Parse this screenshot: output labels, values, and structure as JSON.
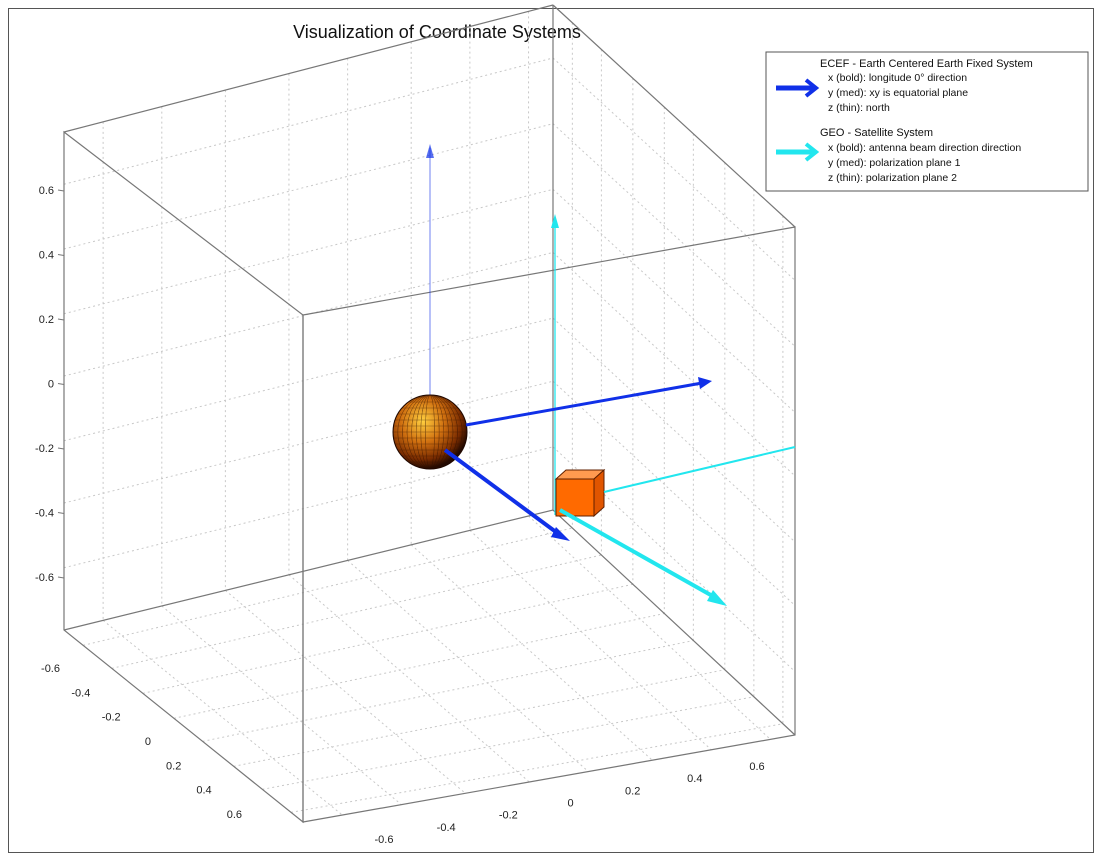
{
  "figure": {
    "title": "Visualization of Coordinate Systems"
  },
  "axes": {
    "z_ticks": [
      "0.6",
      "0.4",
      "0.2",
      "0",
      "-0.2",
      "-0.4",
      "-0.6"
    ],
    "left_floor_ticks": [
      "-0.6",
      "-0.4",
      "-0.2",
      "0",
      "0.2",
      "0.4",
      "0.6"
    ],
    "front_floor_ticks": [
      "-0.6",
      "-0.4",
      "-0.2",
      "0",
      "0.2",
      "0.4",
      "0.6"
    ],
    "grid": true
  },
  "legend": {
    "groups": [
      {
        "title": "ECEF - Earth Centered Earth Fixed System",
        "color": "#1030e8",
        "lines": [
          "x (bold): longitude 0° direction",
          "y (med): xy is equatorial plane",
          "z (thin):   north"
        ]
      },
      {
        "title": "GEO - Satellite System",
        "color": "#22e6ee",
        "lines": [
          "x (bold): antenna beam direction direction",
          "y (med): polarization plane 1",
          "z (thin):  polarization plane 2"
        ]
      }
    ]
  },
  "objects": {
    "earth_color": "#c06010",
    "satellite_color": "#ff6a00",
    "ecef_color": "#1030e8",
    "geo_color": "#22e6ee"
  }
}
